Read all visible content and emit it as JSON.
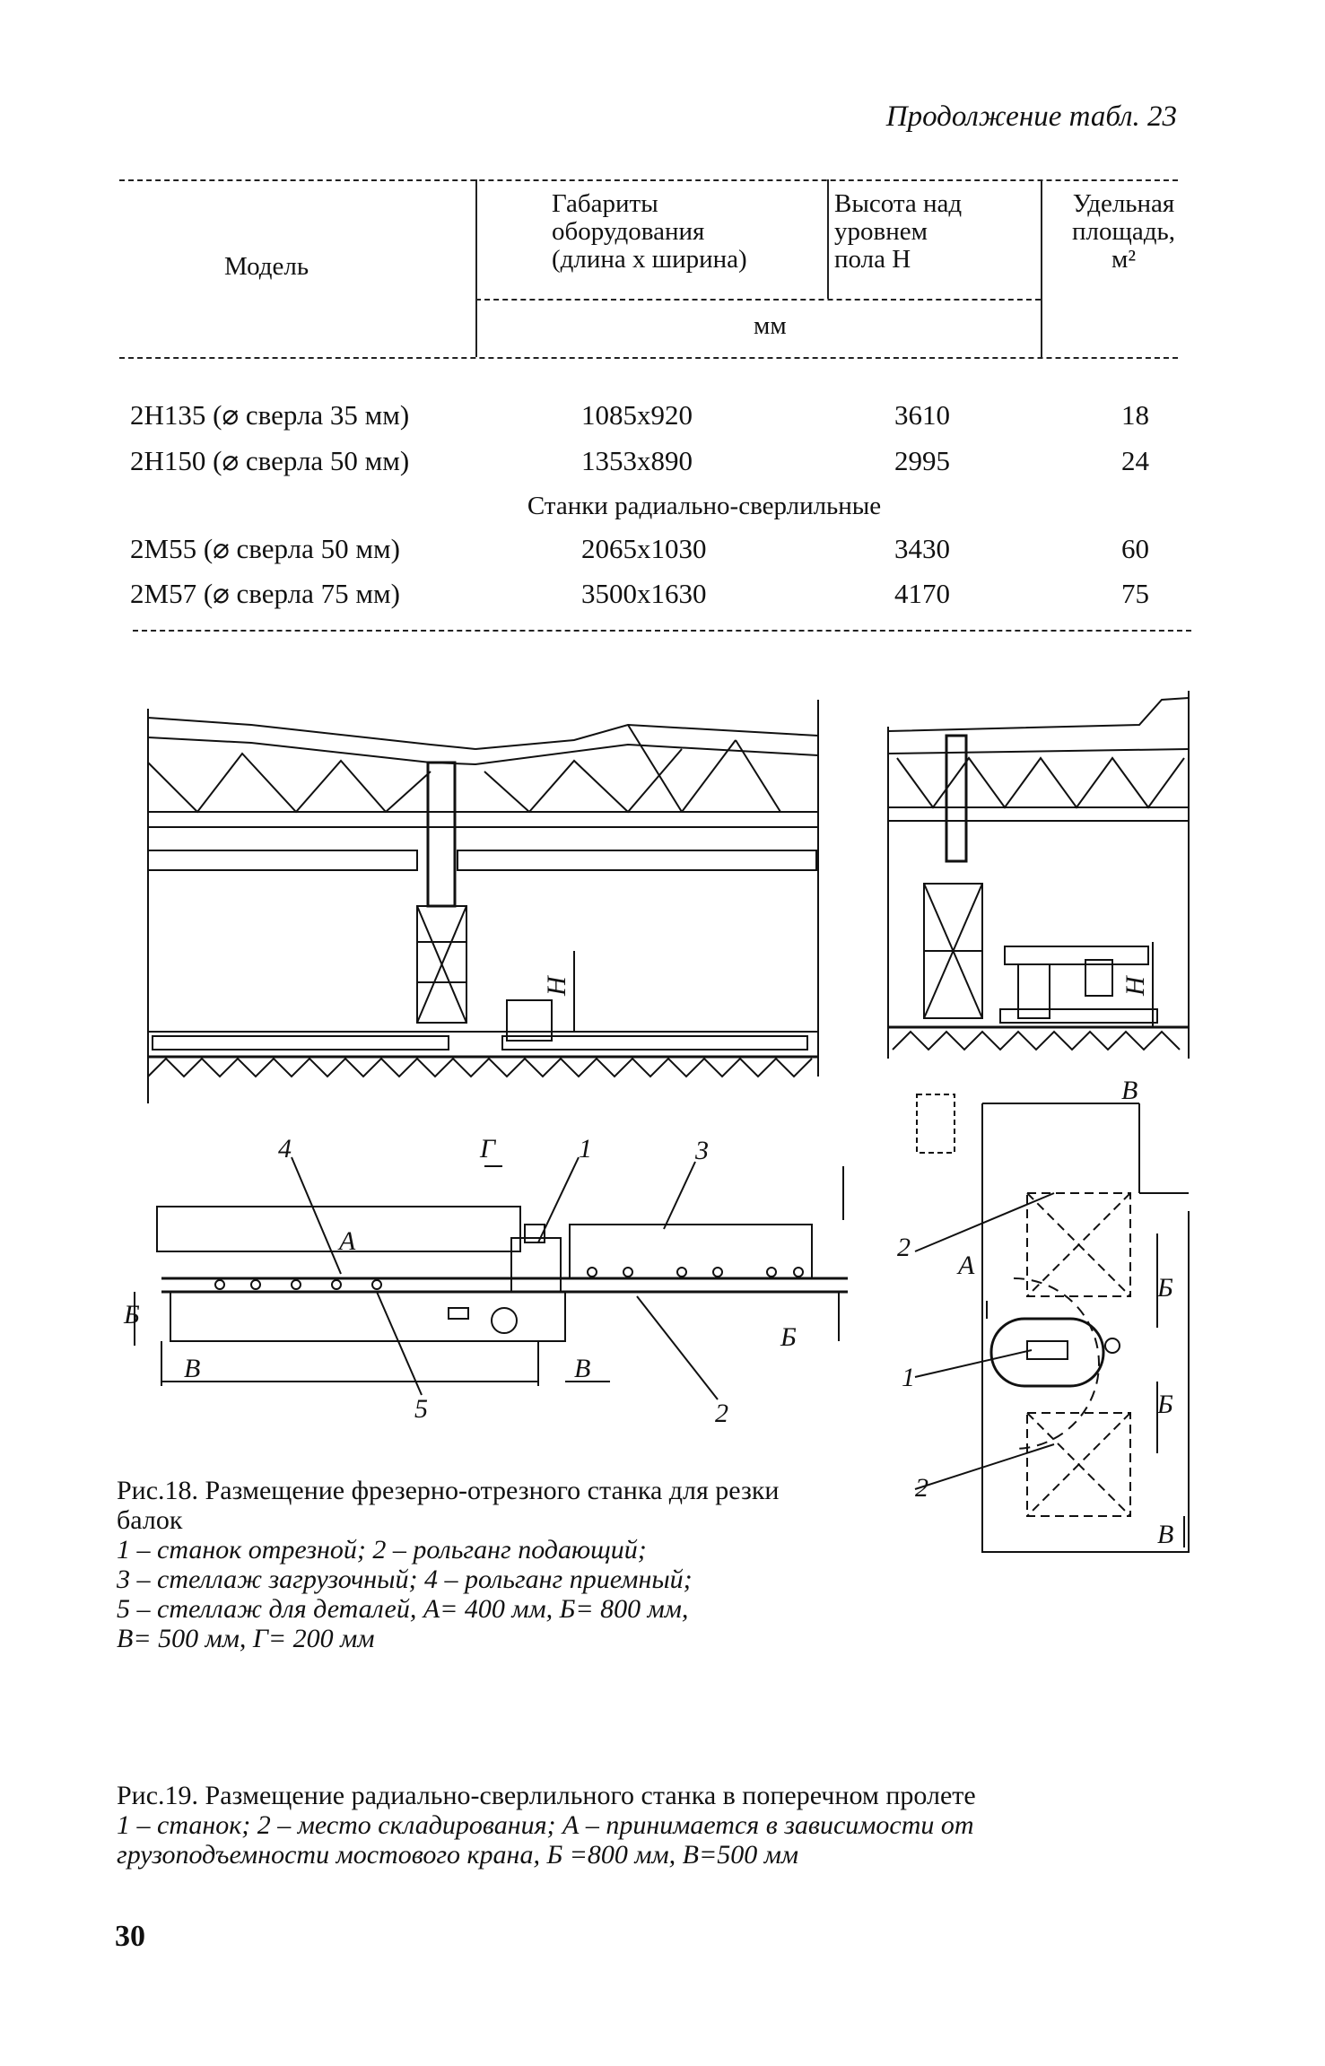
{
  "continuation": "Продолжение табл. 23",
  "table": {
    "headers": {
      "model": "Модель",
      "dimensions": [
        "Габариты",
        "оборудования",
        "(длина х ширина)"
      ],
      "height": [
        "Высота над",
        "уровнем",
        "пола H"
      ],
      "area": [
        "Удельная",
        "площадь,",
        "м²"
      ],
      "unit": "мм"
    },
    "rows": [
      {
        "model": "2Н135 (⌀ сверла 35 мм)",
        "dims": "1085х920",
        "height": "3610",
        "area": "18"
      },
      {
        "model": "2Н150 (⌀ сверла 50 мм)",
        "dims": "1353х890",
        "height": "2995",
        "area": "24"
      }
    ],
    "section": "Станки радиально-сверлильные",
    "rows2": [
      {
        "model": "2М55 (⌀ сверла 50 мм)",
        "dims": "2065х1030",
        "height": "3430",
        "area": "60"
      },
      {
        "model": "2М57 (⌀ сверла 75 мм)",
        "dims": "3500х1630",
        "height": "4170",
        "area": "75"
      }
    ]
  },
  "fig18": {
    "title": "Рис.18. Размещение фрезерно-отрезного станка для резки балок",
    "lines": [
      "1 – станок отрезной; 2 – рольганг подающий;",
      "3 – стеллаж загрузочный; 4 – рольганг приемный;",
      "5 – стеллаж для деталей, А= 400 мм, Б= 800 мм,",
      "В= 500 мм, Г= 200 мм"
    ],
    "labels": {
      "n1": "1",
      "n2": "2",
      "n3": "3",
      "n4": "4",
      "n5": "5",
      "A": "А",
      "B": "Б",
      "V": "В",
      "G": "Г",
      "H": "H"
    }
  },
  "fig19": {
    "title": "Рис.19. Размещение радиально-сверлильного станка в поперечном пролете",
    "lines": [
      "1 – станок; 2 – место складирования; А – принимается в зависимости от",
      "грузоподъемности мостового крана, Б =800 мм, В=500 мм"
    ],
    "labels": {
      "n1": "1",
      "n2": "2",
      "A": "А",
      "B": "Б",
      "V": "В",
      "H": "H"
    }
  },
  "page_number": "30"
}
